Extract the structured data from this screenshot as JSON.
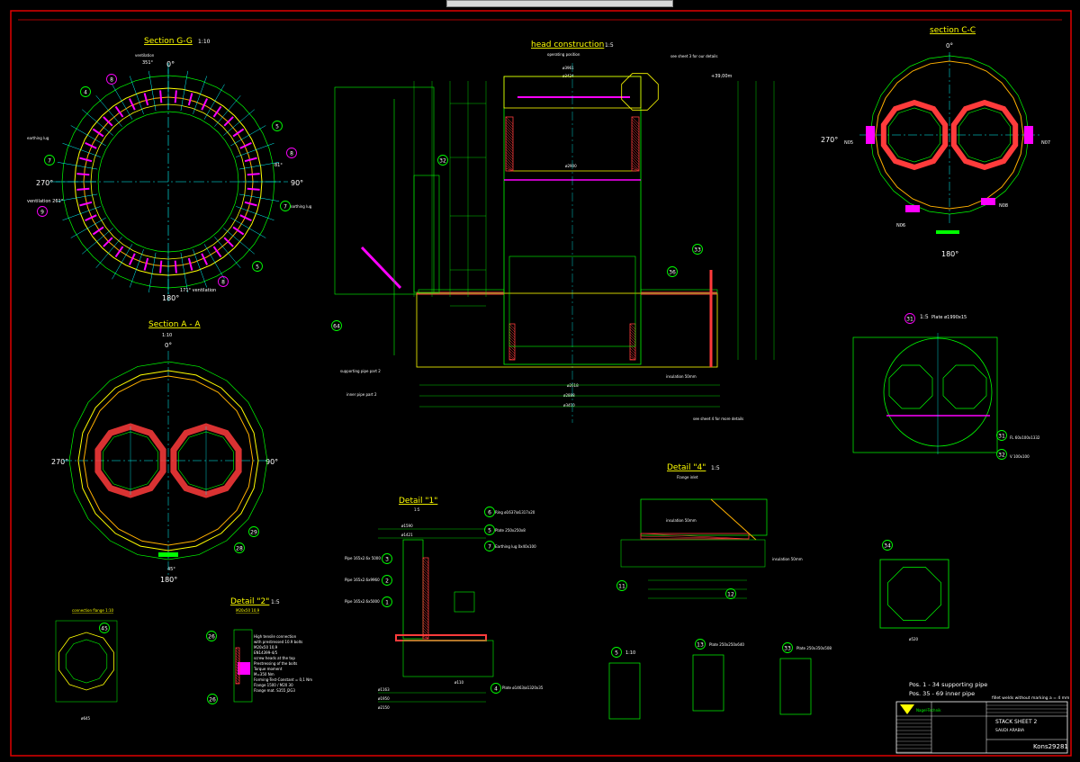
{
  "colors": {
    "background": "#000000",
    "frame": "#e00000",
    "outline": "#00ff00",
    "yellow": "#ffff00",
    "cyan": "#00ffff",
    "magenta": "#ff00ff",
    "hatch": "#ff3b3b",
    "orange": "#ffb000",
    "white": "#ffffff"
  },
  "views": {
    "section_gg": {
      "title": "Section G-G",
      "scale": "1:10",
      "angle_top": "0°",
      "angle_right": "90°",
      "angle_bottom": "180°",
      "angle_left": "270°",
      "note_351": "351°",
      "note_261": "ventilation 261°",
      "note_81": "81°",
      "note_171": "171° ventilation",
      "earthing_lug": "earthing lug",
      "earthing_lug2": "earthing lug",
      "ventilation": "ventilation",
      "ventilation2": "ventilation",
      "callouts": [
        "4",
        "8",
        "5",
        "8",
        "7",
        "9",
        "7",
        "5",
        "8"
      ]
    },
    "section_aa": {
      "title": "Section A - A",
      "scale": "1:10",
      "angle_top": "0°",
      "angle_right": "90°",
      "angle_bottom": "180°",
      "angle_left": "270°",
      "angle_45": "45°",
      "callouts": [
        "28",
        "29"
      ]
    },
    "section_cc": {
      "title": "section C-C",
      "angle_top": "0°",
      "angle_left": "270°",
      "angle_bottom": "180°",
      "n05": "N05",
      "n07": "N07",
      "n06": "N06",
      "n08": "N08"
    },
    "head": {
      "title": "head construction",
      "scale": "1:5",
      "subtitle": "operating position",
      "elev": "+39,00m",
      "note_see3": "see sheet 3 for our details",
      "note_see4": "see sheet 4 for more details",
      "insulation": "insulation 50mm",
      "supporting_pipe": "supporting pipe part 2",
      "inner_pipe": "inner pipe part 2",
      "dim_top1": "ø3961",
      "dim_top2": "ø3424",
      "dim_mid": "ø2900",
      "dim_bot1": "ø2618",
      "dim_bot2": "ø2888",
      "dim_bot3": "ø3410",
      "callouts": [
        "32",
        "33",
        "36",
        "64"
      ]
    },
    "detail1": {
      "title": "Detail \"1\"",
      "scale": "1:5",
      "labels": [
        "Pipe 165x2.6x 5000",
        "Pipe 165x2.6x9960",
        "Pipe 165x2.6x5000",
        "Ring ø1637/ø1317x20",
        "Plate 250x250x8",
        "Earthing lug 0x40x100",
        "Plate ø1463/ø1320x35"
      ],
      "callouts": [
        "3",
        "2",
        "1",
        "6",
        "5",
        "7",
        "4"
      ],
      "dims": [
        "ø1590",
        "ø1421",
        "ø1163",
        "ø1950",
        "ø2150",
        "ø110"
      ]
    },
    "detail2": {
      "title": "Detail \"2\"",
      "scale": "1:5",
      "sub": "M20x50 10,9",
      "notes": [
        "High tensile connection",
        "with prestressed 10.9 bolts",
        "M20x50 10,9",
        "EN14399-4/5",
        "screw heads at the top",
        "Prestressing of the bolts",
        "Torque moment",
        "M=350 Nm",
        "Forming-Test-Constant = 0,1 Nm",
        "Flange 1500 / M20 30",
        "Flange mat. S355 J2G3"
      ],
      "callouts": [
        "26",
        "26"
      ]
    },
    "detail4": {
      "title": "Detail \"4\"",
      "scale": "1:5",
      "sub": "Flange inlet",
      "insulation": "insulation 50mm",
      "insulation2": "insulation 50mm",
      "callouts": [
        "11",
        "12"
      ]
    },
    "connection_flange": {
      "title": "connection flange 1:10",
      "callout": "45",
      "dims": [
        "ø645"
      ]
    },
    "plate31": {
      "scale": "1:5",
      "plate": "Plate ø1990x15",
      "fl": "FL 60x100x1332",
      "v": "V 100x100",
      "callouts": [
        "31",
        "31",
        "32"
      ]
    },
    "plate34": {
      "callout": "34",
      "label": "ø520"
    },
    "small_details": [
      {
        "callout": "5",
        "scale": "1:10",
        "label": ""
      },
      {
        "callout": "13",
        "label": "Plate 250x250x640"
      },
      {
        "callout": "33",
        "label": "Plate 250x350x508"
      }
    ],
    "notes": {
      "line1": "Pos. 1 - 34 supporting pipe",
      "line2": "Pos. 35 - 69 inner pipe",
      "weld": "fillet welds without marking a = 4 mm"
    }
  },
  "title_block": {
    "company": "Nagel-Technik",
    "drawing_title": "STACK SHEET 2",
    "project": "SAUDI ARABIA",
    "number": "Kons29281"
  }
}
